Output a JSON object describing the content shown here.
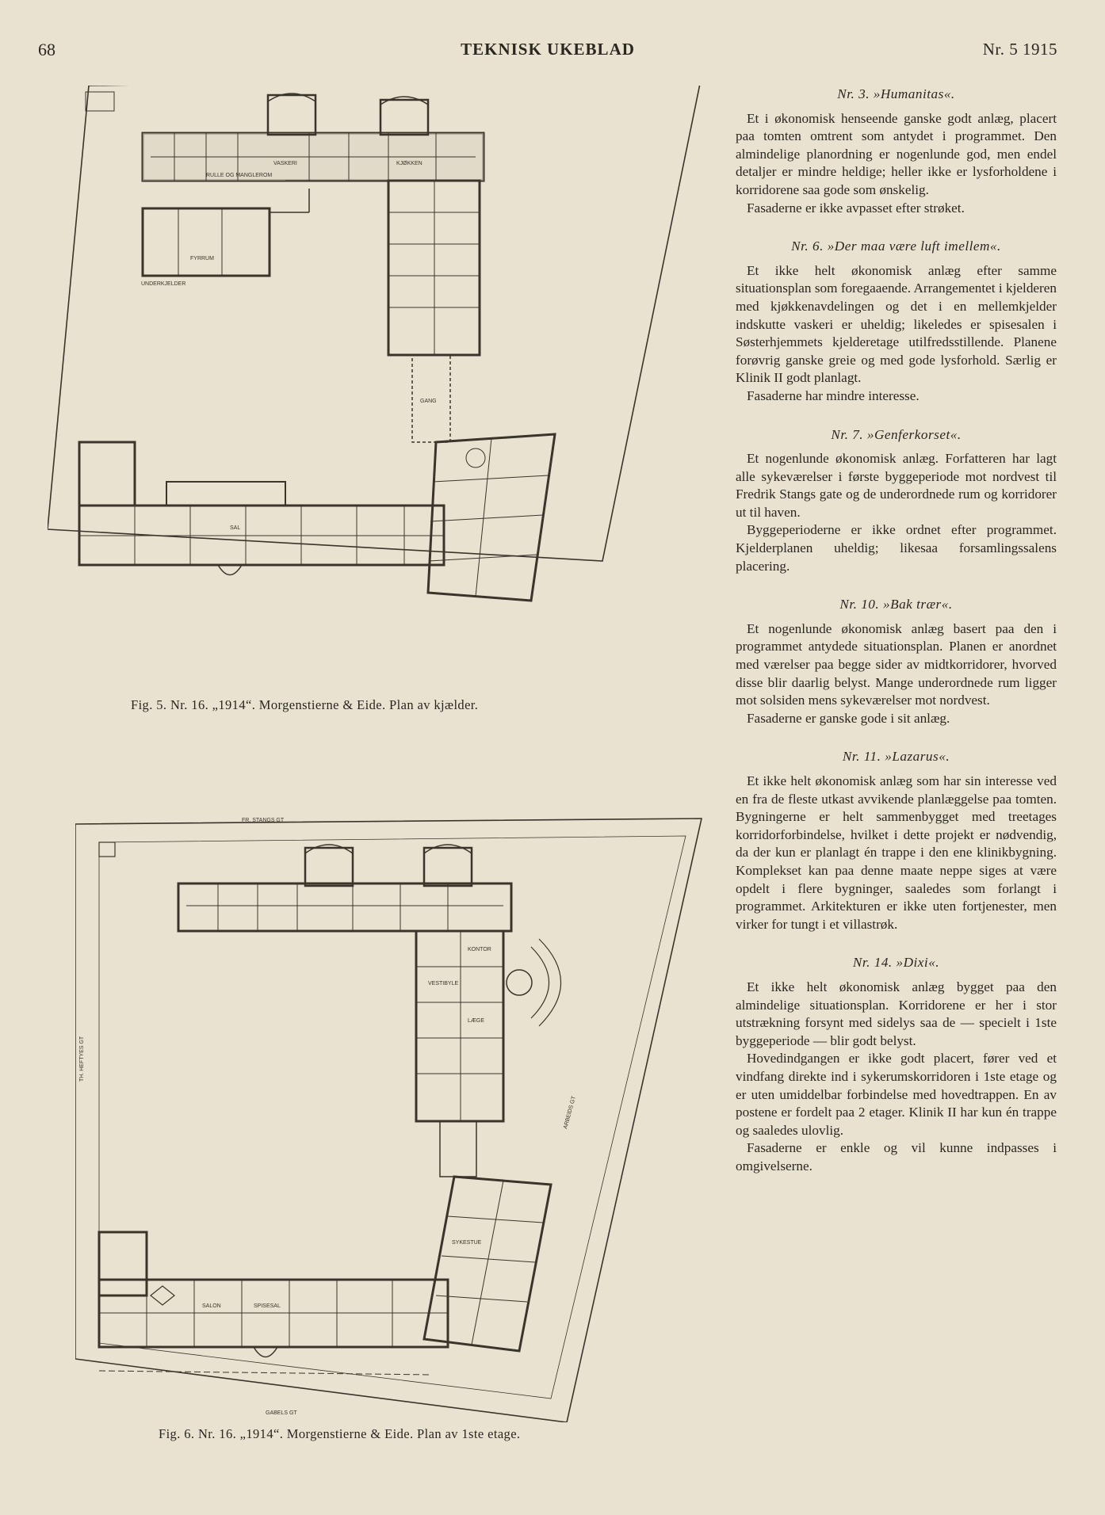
{
  "header": {
    "page_number": "68",
    "journal_title": "TEKNISK UKEBLAD",
    "issue": "Nr. 5 1915"
  },
  "figures": {
    "fig5": {
      "caption": "Fig. 5.   Nr. 16.   „1914“.   Morgenstierne & Eide.   Plan av kjælder.",
      "labels": {
        "kjokken": "KJØKKEN",
        "vaskeri": "VASKERI",
        "rulle": "RULLE OG MANGLEROM",
        "spisesal": "SAL",
        "fyrrum": "FYRRUM",
        "underkjelder": "UNDERKJELDER",
        "gang": "GANG"
      }
    },
    "fig6": {
      "caption": "Fig. 6.   Nr. 16.   „1914“.   Morgenstierne & Eide.   Plan av 1ste etage.",
      "labels": {
        "top_street": "FR. STANGS GT",
        "bottom_street": "GABELS GT",
        "left_street": "TH. HEFTYES GT",
        "right_street": "ARBEIDS GT",
        "salon": "SALON",
        "spisesal": "SPISESAL",
        "vestibyle": "VESTIBYLE",
        "kontor": "KONTOR",
        "laege": "LÆGE",
        "sykestue": "SYKESTUE"
      }
    }
  },
  "sections": [
    {
      "title": "Nr. 3.   »Humanitas«.",
      "paragraphs": [
        "Et i økonomisk henseende ganske godt anlæg, placert paa tomten omtrent som antydet i programmet. Den almindelige planordning er nogenlunde god, men endel detaljer er mindre heldige; heller ikke er lysforholdene i korridorene saa gode som ønskelig.",
        "Fasaderne er ikke avpasset efter strøket."
      ]
    },
    {
      "title": "Nr. 6.   »Der maa være luft imellem«.",
      "paragraphs": [
        "Et ikke helt økonomisk anlæg efter samme situationsplan som foregaaende. Arrangementet i kjelderen med kjøkkenavdelingen og det i en mellemkjelder indskutte vaskeri er uheldig; likeledes er spisesalen i Søsterhjemmets kjelderetage utilfredsstillende. Planene forøvrig ganske greie og med gode lysforhold. Særlig er Klinik II godt planlagt.",
        "Fasaderne har mindre interesse."
      ]
    },
    {
      "title": "Nr. 7.   »Genferkorset«.",
      "paragraphs": [
        "Et nogenlunde økonomisk anlæg. Forfatteren har lagt alle sykeværelser i første byggeperiode mot nordvest til Fredrik Stangs gate og de underordnede rum og korridorer ut til haven.",
        "Byggeperioderne er ikke ordnet efter programmet. Kjelderplanen uheldig; likesaa forsamlingssalens placering."
      ]
    },
    {
      "title": "Nr. 10.   »Bak trær«.",
      "paragraphs": [
        "Et nogenlunde økonomisk anlæg basert paa den i programmet antydede situationsplan. Planen er anordnet med værelser paa begge sider av midtkorridorer, hvorved disse blir daarlig belyst. Mange underordnede rum ligger mot solsiden mens sykeværelser mot nordvest.",
        "Fasaderne er ganske gode i sit anlæg."
      ]
    },
    {
      "title": "Nr. 11.   »Lazarus«.",
      "paragraphs": [
        "Et ikke helt økonomisk anlæg som har sin interesse ved en fra de fleste utkast avvikende planlæggelse paa tomten. Bygningerne er helt sammenbygget med treetages korridorforbindelse, hvilket i dette projekt er nødvendig, da der kun er planlagt én trappe i den ene klinikbygning. Komplekset kan paa denne maate neppe siges at være opdelt i flere bygninger, saaledes som forlangt i programmet. Arkitekturen er ikke uten fortjenester, men virker for tungt i et villastrøk."
      ]
    },
    {
      "title": "Nr. 14.   »Dixi«.",
      "paragraphs": [
        "Et ikke helt økonomisk anlæg bygget paa den almindelige situationsplan. Korridorene er her i stor utstrækning forsynt med sidelys saa de — specielt i 1ste byggeperiode — blir godt belyst.",
        "Hovedindgangen er ikke godt placert, fører ved et vindfang direkte ind i sykerumskorridoren i 1ste etage og er uten umiddelbar forbindelse med hovedtrappen. En av postene er fordelt paa 2 etager. Klinik II har kun én trappe og saaledes ulovlig.",
        "Fasaderne er enkle og vil kunne indpasses i omgivelserne."
      ]
    }
  ]
}
